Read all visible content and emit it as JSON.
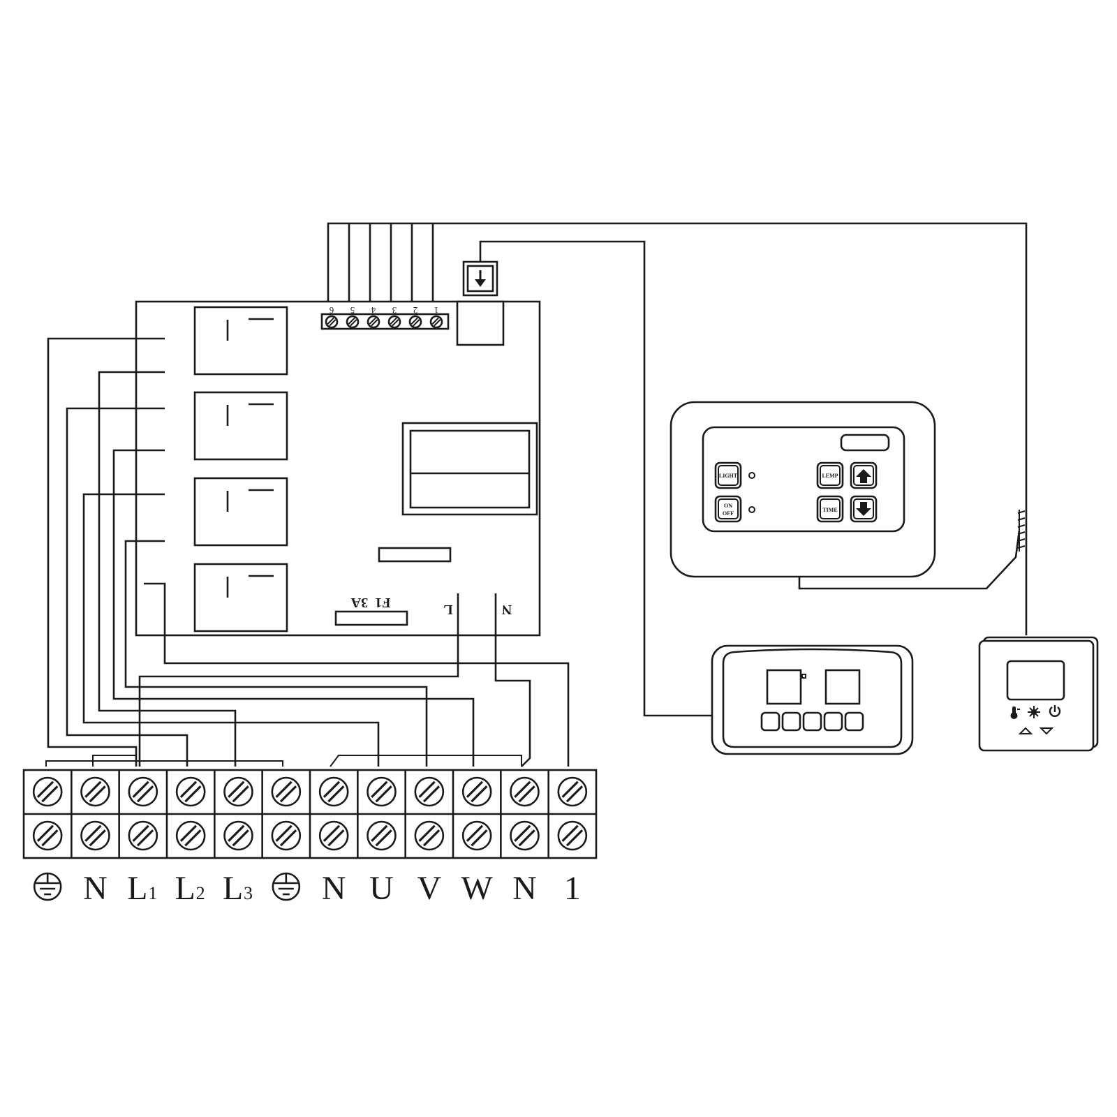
{
  "terminal_block": {
    "labels": [
      "⏚",
      "N",
      "L",
      "L",
      "L",
      "⏚",
      "N",
      "U",
      "V",
      "W",
      "N",
      "1"
    ],
    "subscripts": [
      "",
      "",
      "1",
      "2",
      "3",
      "",
      "",
      "",
      "",
      "",
      "",
      ""
    ]
  },
  "pcb": {
    "pin_numbers": [
      "6",
      "5",
      "4",
      "3",
      "2",
      "1"
    ],
    "fuse_label": "F1  3A",
    "l_label": "L",
    "n_label": "N"
  },
  "control_panel_large": {
    "buttons": {
      "light": "LIGHT",
      "on": "ON",
      "off": "OFF",
      "lemp": "LEMP",
      "time": "TIME"
    }
  }
}
